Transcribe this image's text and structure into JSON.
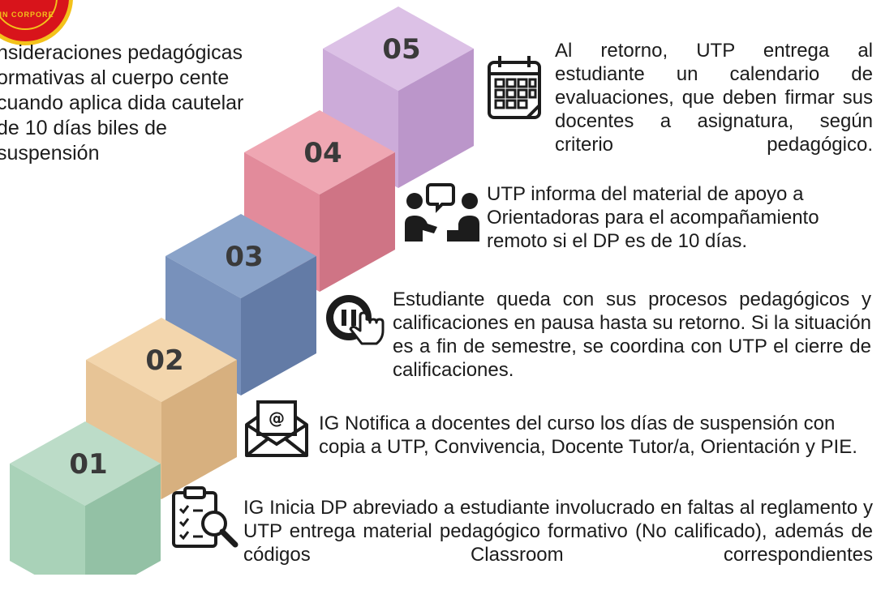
{
  "seal": {
    "text": "IN CORPORE"
  },
  "intro": {
    "text": "nsideraciones pedagógicas ormativas al cuerpo cente cuando aplica dida cautelar de 10 días biles de suspensión"
  },
  "steps": [
    {
      "number": "01",
      "color_top": "#bcdcc8",
      "color_front": "#a9d2b8",
      "color_side": "#93c1a5",
      "text": "IG Inicia DP abreviado a estudiante involucrado en faltas al reglamento y UTP entrega material pedagógico formativo (No calificado),  además de códigos Classroom correspondientes",
      "icon": "clipboard-search-icon"
    },
    {
      "number": "02",
      "color_top": "#f3d6ad",
      "color_front": "#e7c496",
      "color_side": "#d7b07f",
      "text": "IG Notifica a docentes del curso los días de suspensión con copia a UTP, Convivencia, Docente Tutor/a, Orientación y PIE.",
      "icon": "email-at-icon"
    },
    {
      "number": "03",
      "color_top": "#8aa3c9",
      "color_front": "#7891bb",
      "color_side": "#637ba6",
      "text": "Estudiante queda con sus procesos pedagógicos y calificaciones en pausa hasta su retorno. Si la situación es a fin de semestre, se coordina con UTP el cierre de calificaciones.",
      "icon": "pause-hand-icon"
    },
    {
      "number": "04",
      "color_top": "#efa7b3",
      "color_front": "#e28b9b",
      "color_side": "#cf7485",
      "text": "UTP informa del material de apoyo a Orientadoras para el acompañamiento remoto si el DP es de 10 días.",
      "icon": "people-chat-icon"
    },
    {
      "number": "05",
      "color_top": "#dcc1e6",
      "color_front": "#ccabd9",
      "color_side": "#bb96ca",
      "text": "Al retorno, UTP entrega al estudiante un calendario de evaluaciones, que deben firmar sus docentes a asignatura, según criterio pedagógico.",
      "icon": "calendar-icon"
    }
  ]
}
